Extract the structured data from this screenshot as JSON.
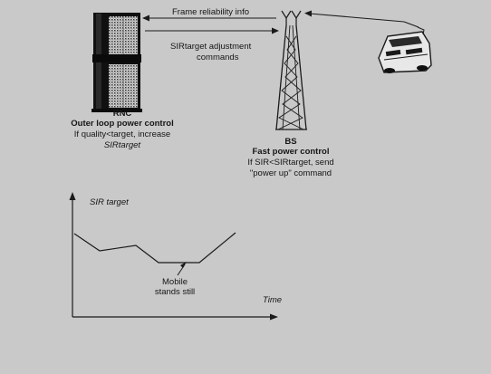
{
  "network": {
    "arrow_top_label": "Frame reliability info",
    "arrow_bottom_label_line1": "SIRtarget adjustment",
    "arrow_bottom_label_line2": "commands",
    "rnc": {
      "title": "RNC",
      "subtitle": "Outer loop power control",
      "rule_line1": "If quality<target, increase",
      "rule_line2": "SIRtarget"
    },
    "bs": {
      "title": "BS",
      "subtitle": "Fast power control",
      "rule_line1": "If SIR<SIRtarget, send",
      "rule_line2": "\"power up\" command"
    }
  },
  "graph": {
    "ylabel": "SIR target",
    "xlabel": "Time",
    "annotation_line1": "Mobile",
    "annotation_line2": "stands still"
  },
  "colors": {
    "background": "#c9c9c9",
    "ink": "#161616",
    "light_fill": "#e8e8e8"
  }
}
